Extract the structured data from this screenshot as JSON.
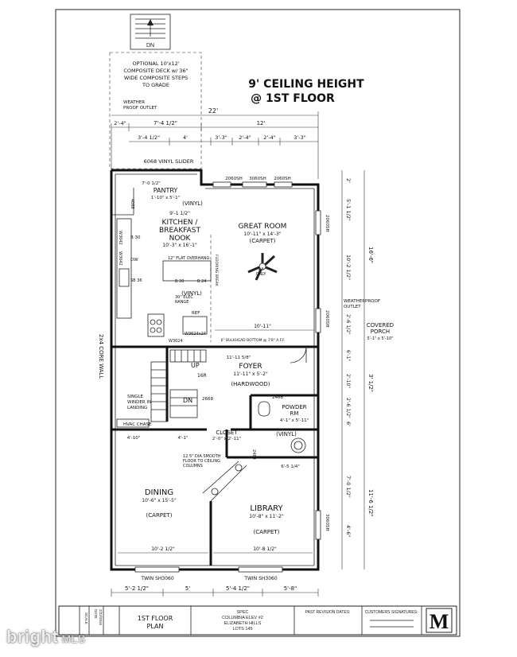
{
  "notes": {
    "ceiling_line1": "9' CEILING HEIGHT",
    "ceiling_line2": "@ 1ST FLOOR",
    "deck": [
      "OPTIONAL 10'x12'",
      "COMPOSITE DECK w/ 36\"",
      "WIDE COMPOSITE STEPS",
      "TO GRADE"
    ],
    "deck_dn": "DN",
    "weather_outlet": [
      "WEATHER",
      "PROOF OUTLET"
    ],
    "vinyl_slider": "6068 VINYL SLIDER",
    "core_wall": "2x4 CORE WALL",
    "bulkhead": "6\" BULKHEAD BOTTOM @ 7'8\" A.F.F.",
    "weatherproof_outlet_r": [
      "WEATHERPROOF",
      "OUTLET"
    ],
    "covered_porch": [
      "COVERED",
      "PORCH",
      "5'-1\" x 5'-10\""
    ],
    "columns": [
      "12.5\" DIA SMOOTH",
      "FLOOR TO CEILING",
      "COLUMNS"
    ],
    "hvac": "HVAC CHASE",
    "winder": [
      "SINGLE",
      "WINDER IN",
      "LANDING"
    ],
    "flat_overhang": "12\" FLAT OVERHANG",
    "flooring_break": "FLOORING BREAK",
    "elec_range": [
      "30\" ELEC",
      "RANGE"
    ],
    "fan_label": [
      "R/I",
      "ONLY"
    ]
  },
  "rooms": {
    "pantry": {
      "name": "PANTRY",
      "size": "1'-10\" x 5'-1\""
    },
    "kitchen": {
      "name": [
        "KITCHEN /",
        "BREAKFAST",
        "NOOK"
      ],
      "size": "10'-3\" x 16'-1\"",
      "floor": "(VINYL)"
    },
    "great_room": {
      "name": "GREAT ROOM",
      "size": "10'-11\" x 14'-3\"",
      "floor": "(CARPET)"
    },
    "foyer": {
      "name": "FOYER",
      "size": "11'-11\" x 5'-2\"",
      "floor": "(HARDWOOD)"
    },
    "powder": {
      "name": [
        "POWDER",
        "RM"
      ],
      "size": "4'-1\" x 5'-11\"",
      "floor": "(VINYL)"
    },
    "closet": {
      "name": "CLOSET",
      "size": "2'-0\" x 2'-11\""
    },
    "dining": {
      "name": "DINING",
      "size": "10'-6\" x 15'-5\"",
      "floor": "(CARPET)"
    },
    "library": {
      "name": "LIBRARY",
      "size": "10'-8\" x 11'-2\"",
      "floor": "(CARPET)"
    },
    "pantry_floor": "(VINYL)",
    "kitchen_floor2": "(VINYL)"
  },
  "windows": {
    "top": [
      "2060SH",
      "3060SH",
      "2060SH"
    ],
    "right_upper": "2060SH",
    "right_mid": "2060SH",
    "right_lower": "3060SH",
    "bottom_left": "TWIN SH3060",
    "bottom_right": "TWIN SH3060"
  },
  "stairs": {
    "up": "UP",
    "up_count": "16R",
    "dn": "DN"
  },
  "doors": {
    "d1": "2668",
    "d2": "2468",
    "d3": "2468",
    "pantry": "4068"
  },
  "dims_top": {
    "overall": "22'",
    "left": "2'-4\"",
    "mid": "7'-4 1/2\"",
    "right": "12'",
    "row2": [
      "3'-4 1/2\"",
      "4'",
      "3'-3\"",
      "2'-4\"",
      "2'-4\"",
      "3'-3\""
    ]
  },
  "dims_right": {
    "r1": "2'",
    "r2": "5'-1 1/2\"",
    "r3": "10'-2 1/2\"",
    "r4": "2'-6 1/2\"",
    "r5": "6'-1\"",
    "r6": "2'-10\"",
    "r7": "2'-6 1/2\"",
    "r8": "6'",
    "r9": "7'-0 1/2\"",
    "r10": "4'-6\"",
    "total1": "16'-6\"",
    "total2": "3' 1/2\"",
    "total3": "11'-6 1/2\""
  },
  "dims_bottom": [
    "5'-2 1/2\"",
    "5'",
    "5'-4 1/2\"",
    "5'-8\""
  ],
  "dims_interior": {
    "kitchen_w": "9'-1 1/2\"",
    "pantry_w": "7'-0 1/2\"",
    "great_w": "10'-11\"",
    "foyer_w": "11'-11 5/8\"",
    "dining_w": "10'-2 1/2\"",
    "library_w": "10'-8 1/2\"",
    "dining_top": "4'-10\"",
    "closet_w": "4'-1\"",
    "library_top": "6'-5 1/4\""
  },
  "fixtures": {
    "b30": "B 30",
    "dw": "DW",
    "sink": "SB 36",
    "ref": "REF",
    "b24": "B 24",
    "w1": "W3042",
    "w2": "W3042",
    "w3": "W3024",
    "w4": "W3624x24"
  },
  "title_block": {
    "sheet_title": [
      "1ST FLOOR",
      "PLAN"
    ],
    "project": [
      "SPEC",
      "COLUMBIA ELEV #2",
      "ELIZABETH HILLS",
      "LOTS 145"
    ],
    "revision": "PAST REVISION DATES:",
    "signatures": "CUSTOMERS SIGNATURES:",
    "date_label": "DATE",
    "date": "2/22/2016",
    "scale": "SCALE",
    "logo": "M"
  },
  "watermark": {
    "brand": "bright",
    "suffix": "MLS"
  }
}
